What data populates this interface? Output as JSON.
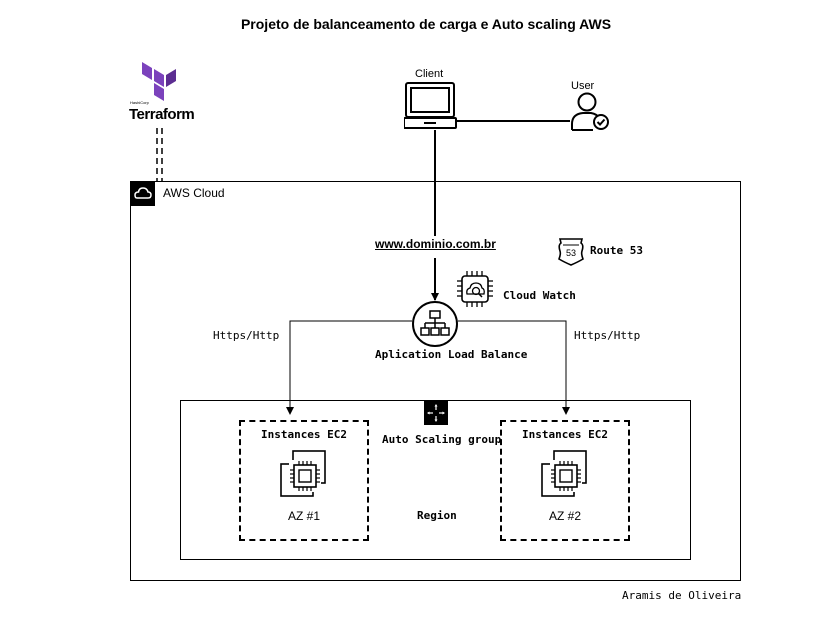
{
  "title": "Projeto de balanceamento de carga e Auto scaling AWS",
  "terraform": {
    "brand_small": "HashiCorp",
    "brand_name": "Terraform"
  },
  "client": {
    "label": "Client"
  },
  "user": {
    "label": "User"
  },
  "aws_cloud": {
    "label": "AWS Cloud"
  },
  "domain": {
    "label": "www.dominio.com.br"
  },
  "route53": {
    "label": "Route 53",
    "badge": "53"
  },
  "cloudwatch": {
    "label": "Cloud Watch"
  },
  "alb": {
    "label": "Aplication Load Balance"
  },
  "protocol_left": "Https/Http",
  "protocol_right": "Https/Http",
  "asg": {
    "label": "Auto Scaling group"
  },
  "region": {
    "label": "Region"
  },
  "az1": {
    "title": "Instances EC2",
    "label": "AZ #1"
  },
  "az2": {
    "title": "Instances EC2",
    "label": "AZ #2"
  },
  "author": "Aramis de Oliveira",
  "colors": {
    "terraform_purple": "#7b42bc",
    "line": "#000000"
  }
}
